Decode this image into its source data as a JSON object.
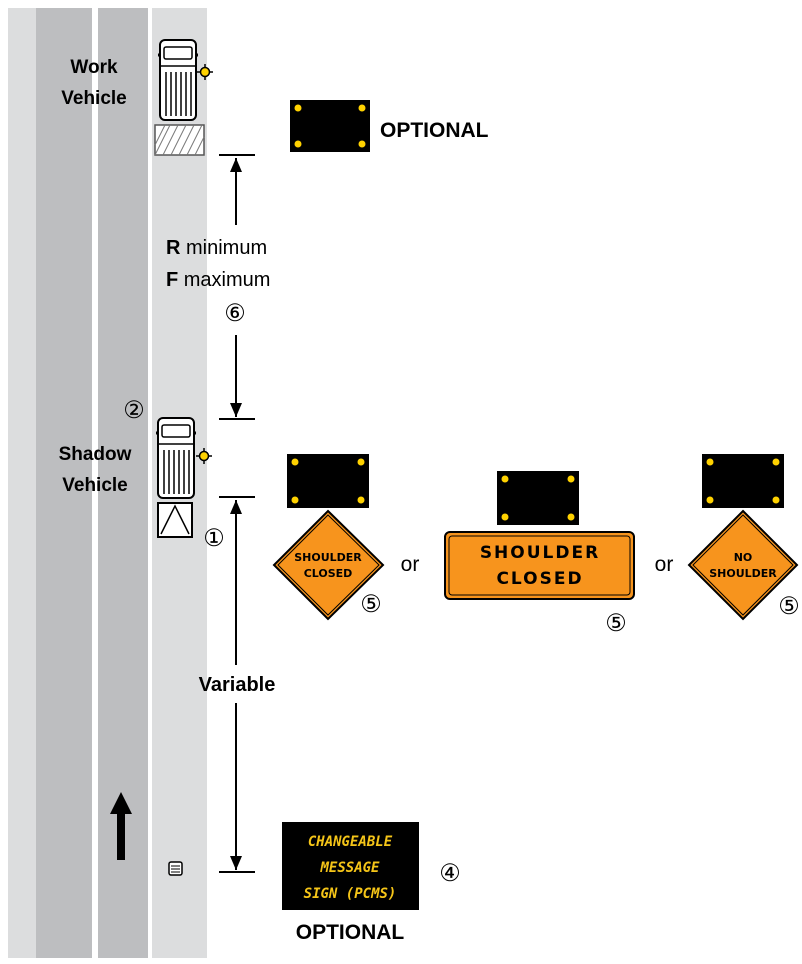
{
  "labels": {
    "work_vehicle_line1": "Work",
    "work_vehicle_line2": "Vehicle",
    "shadow_vehicle_line1": "Shadow",
    "shadow_vehicle_line2": "Vehicle",
    "optional_top": "OPTIONAL",
    "optional_bottom": "OPTIONAL",
    "dimension_r_letter": "R",
    "dimension_r_text": " minimum",
    "dimension_f_letter": "F",
    "dimension_f_text": " maximum",
    "variable": "Variable",
    "or_1": "or",
    "or_2": "or"
  },
  "callouts": {
    "dimension_note": "⑥",
    "shadow_vehicle_note": "②",
    "attenuator_note": "①",
    "sign_a_note": "⑤",
    "sign_b_note": "⑤",
    "sign_c_note": "⑤",
    "cms_note": "④"
  },
  "signs": {
    "shoulder_closed_diamond_line1": "SHOULDER",
    "shoulder_closed_diamond_line2": "CLOSED",
    "shoulder_closed_rect_line1": "SHOULDER",
    "shoulder_closed_rect_line2": "CLOSED",
    "no_shoulder_line1": "NO",
    "no_shoulder_line2": "SHOULDER"
  },
  "cms": {
    "line1": "CHANGEABLE",
    "line2": "MESSAGE",
    "line3": "SIGN (PCMS)"
  },
  "colors": {
    "sign_orange": "#F7941D",
    "cms_text_yellow": "#F5C518",
    "warning_light_yellow": "#FFD200",
    "lane_gray": "#BDBEC0",
    "shoulder_gray": "#DCDDDE"
  }
}
